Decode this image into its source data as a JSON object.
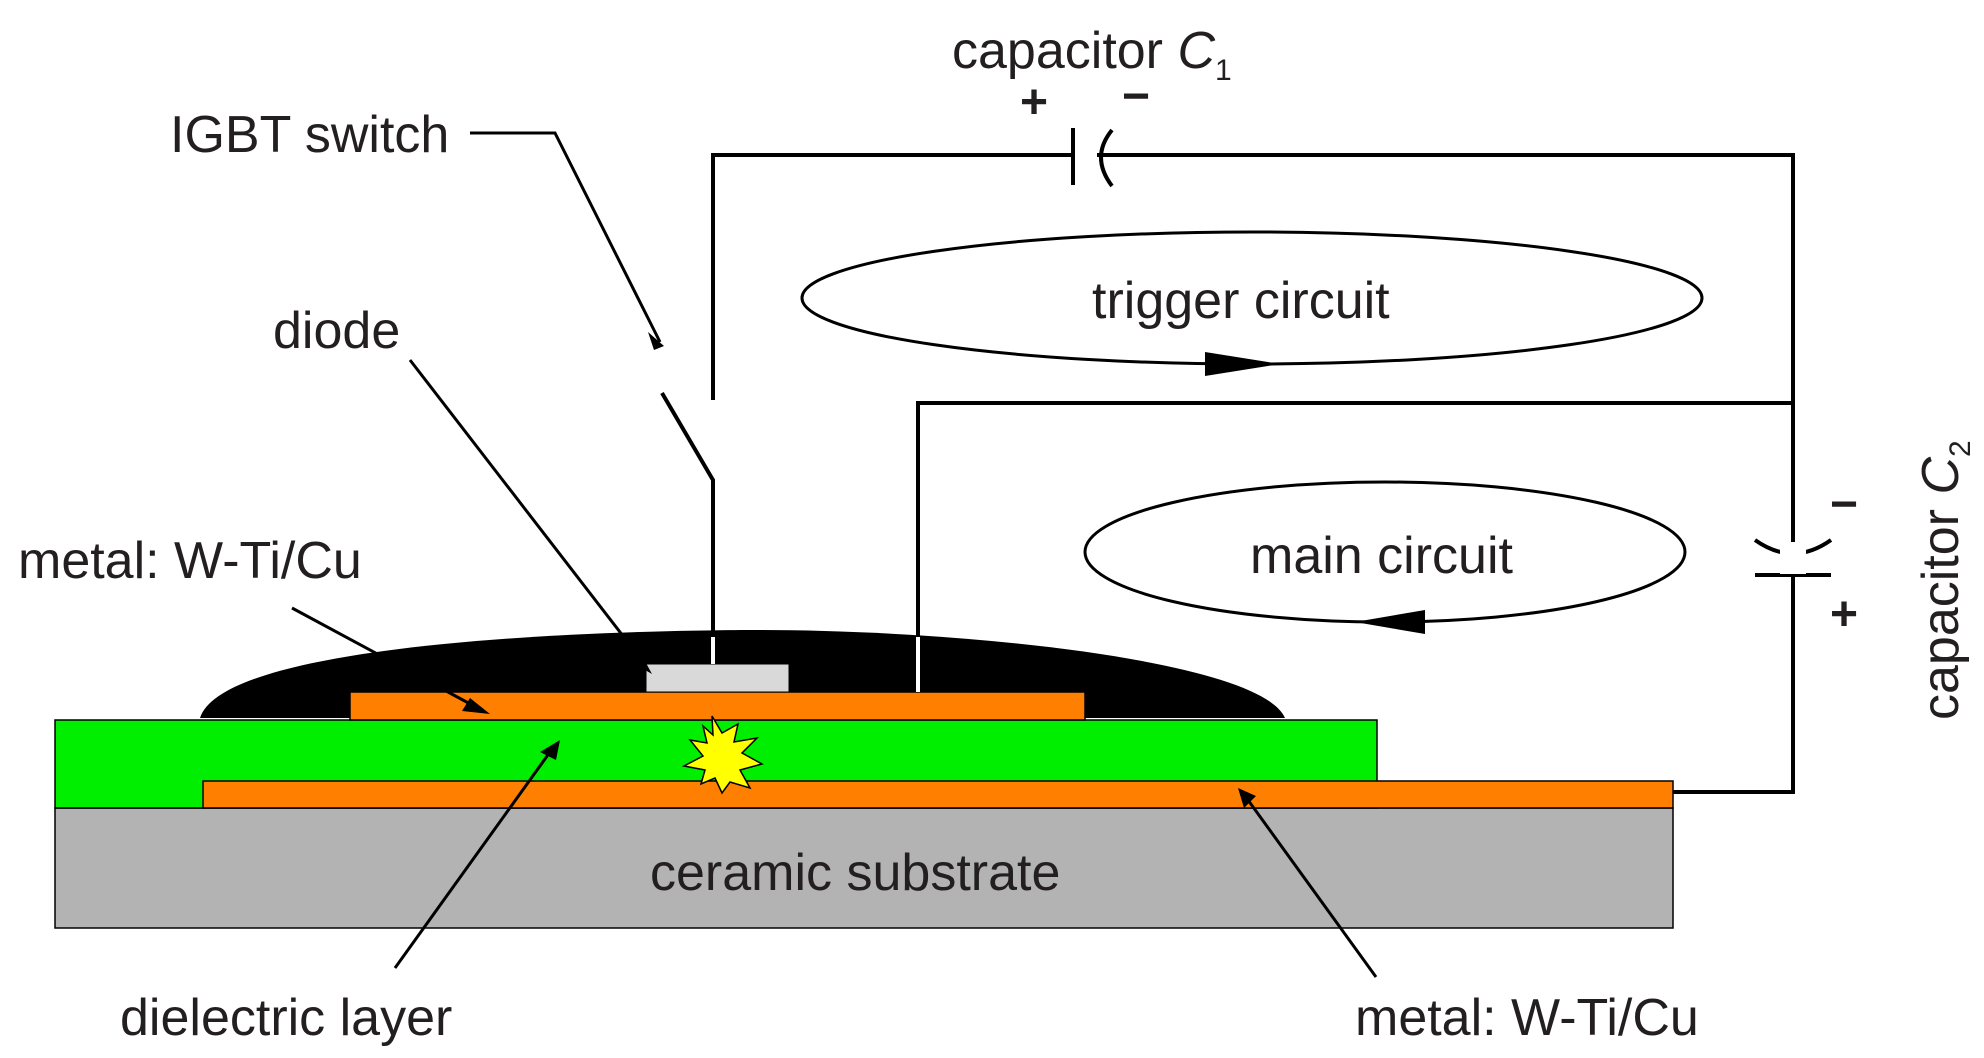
{
  "labels": {
    "igbt_switch": "IGBT switch",
    "diode": "diode",
    "metal_top": "metal: W-Ti/Cu",
    "metal_bottom": "metal: W-Ti/Cu",
    "dielectric": "dielectric layer",
    "substrate": "ceramic substrate",
    "trigger_circuit": "trigger circuit",
    "main_circuit": "main circuit"
  },
  "capacitor1": {
    "label": "capacitor ",
    "symbol": "C",
    "subscript": "1",
    "plus": "+",
    "minus": "−"
  },
  "capacitor2": {
    "label": "capacitor ",
    "symbol": "C",
    "subscript": "2",
    "plus": "+",
    "minus": "−"
  },
  "colors": {
    "substrate": "#b3b3b3",
    "dielectric": "#00ee00",
    "metal": "#ff8000",
    "encapsulant": "#000000",
    "diode": "#d9d9d9",
    "spark": "#ffff00",
    "wire": "#000000",
    "text": "#231f20"
  }
}
